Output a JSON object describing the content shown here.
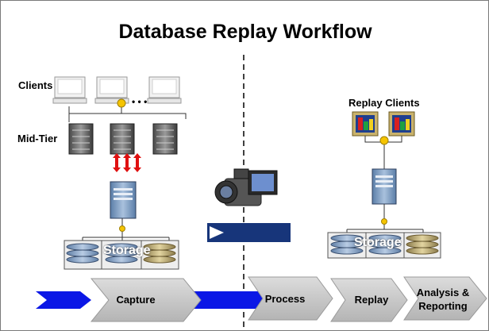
{
  "diagram": {
    "title": "Database Replay Workflow",
    "left": {
      "clients_label": "Clients",
      "ellipsis": "• • •",
      "midtier_label": "Mid-Tier",
      "storage_label": "Storage"
    },
    "right": {
      "replay_clients_label": "Replay Clients",
      "storage_label": "Storage"
    },
    "steps": [
      {
        "label": "Capture"
      },
      {
        "label": "Process"
      },
      {
        "label": "Replay"
      },
      {
        "label": "Analysis & Reporting"
      }
    ]
  },
  "colors": {
    "arrow_blue": "#0b17e6",
    "chevron_gray": "#c6c6c6",
    "connector_yellow": "#f5c400",
    "server_blue": "#8aa6c8",
    "replay_bar": "#17357a",
    "red_arrows": "#e01010"
  }
}
